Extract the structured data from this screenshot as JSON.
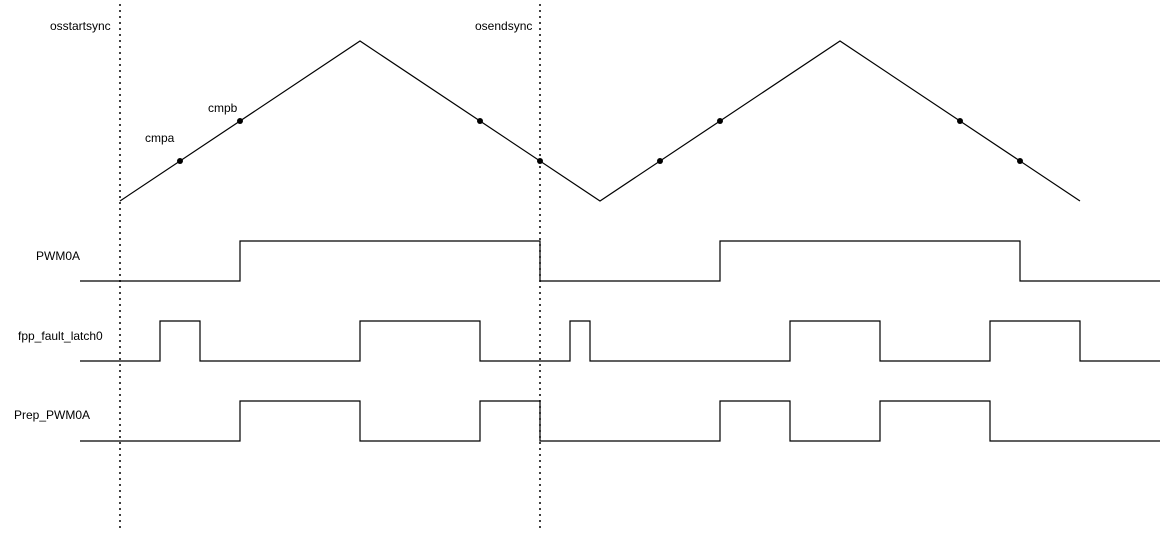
{
  "markers": [
    {
      "label": "osstartsync"
    },
    {
      "label": "osendsync"
    }
  ],
  "carrier": {
    "labels": [
      {
        "text": "cmpa"
      },
      {
        "text": "cmpb"
      }
    ]
  },
  "signals": [
    {
      "name": "PWM0A"
    },
    {
      "name": "fpp_fault_latch0"
    },
    {
      "name": "Prep_PWM0A"
    }
  ],
  "colors": {
    "line": "#000000",
    "background": "#ffffff"
  }
}
